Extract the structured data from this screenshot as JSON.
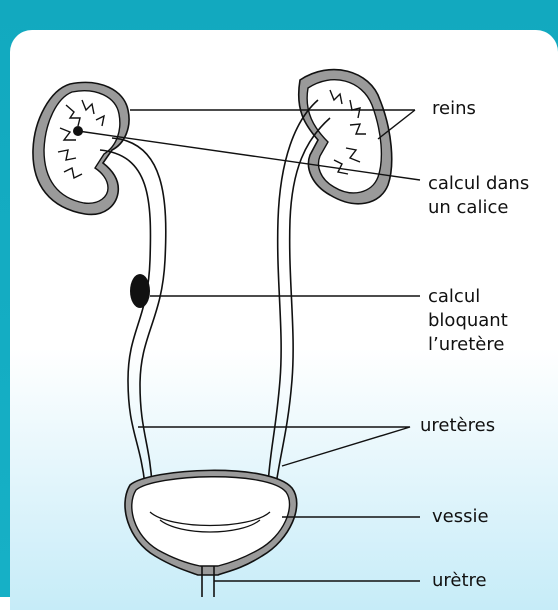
{
  "colors": {
    "frame": "#14adc3",
    "kidney_outer": "#9a9a9a",
    "kidney_inner": "#ffffff",
    "stone": "#111111",
    "panel_gradient_bottom": "#c6ecf8"
  },
  "labels": {
    "reins": "reins",
    "calcul_calice_line1": "calcul dans",
    "calcul_calice_line2": "un calice",
    "calcul_uretere_line1": "calcul",
    "calcul_uretere_line2": "bloquant",
    "calcul_uretere_line3": "l’uretère",
    "ureteres": "uretères",
    "vessie": "vessie",
    "uretre": "urètre"
  }
}
